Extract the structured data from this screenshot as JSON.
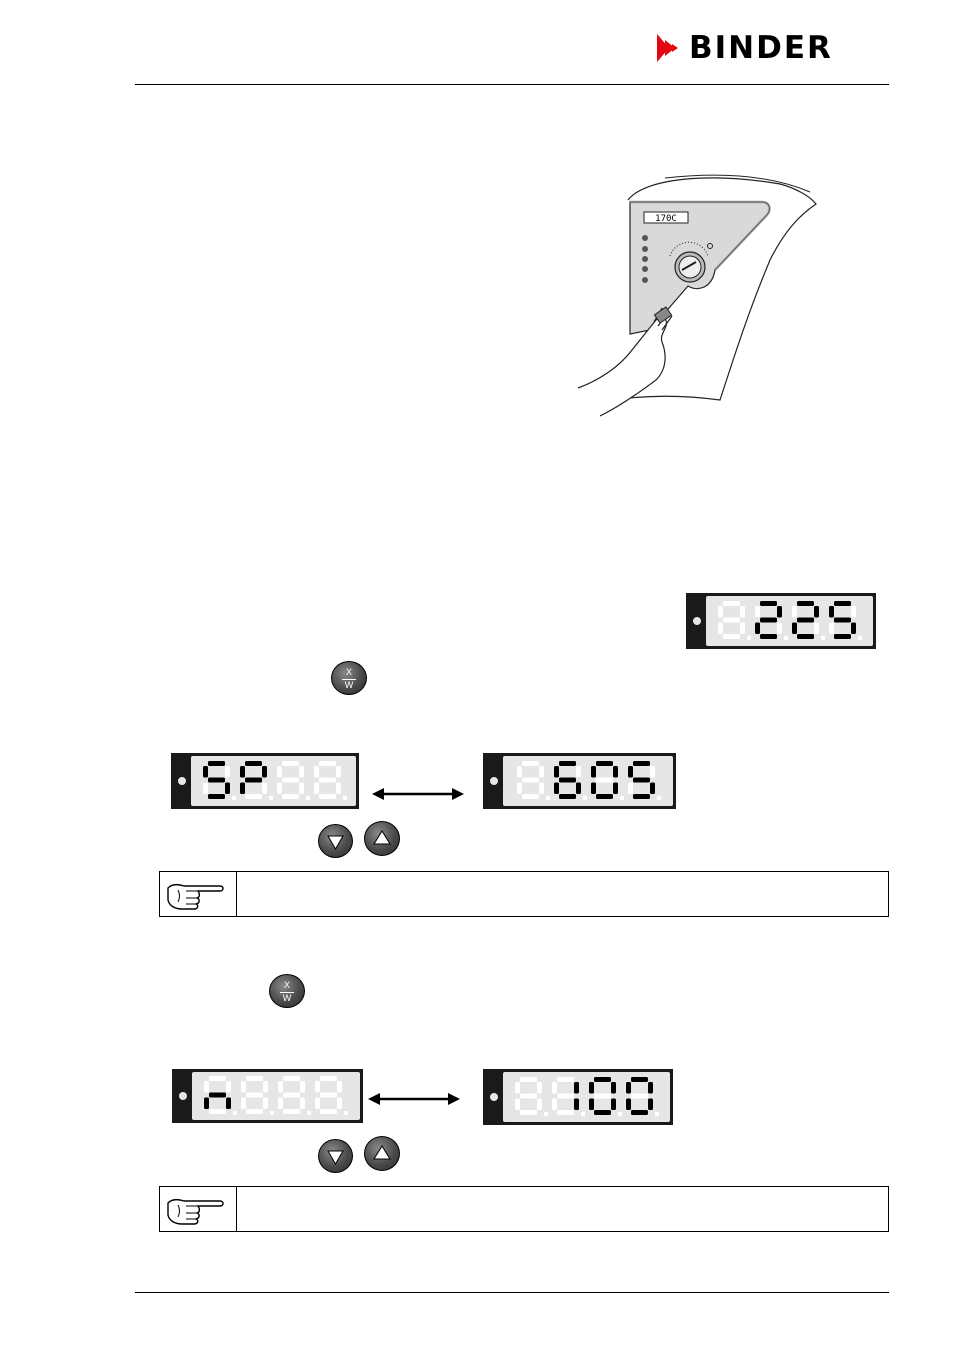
{
  "brand": {
    "name": "BINDER",
    "accent_color": "#e30613"
  },
  "controller_display_illustration": {
    "display_text": "170C"
  },
  "displays": {
    "actual_value": {
      "segments": [
        "8",
        "2",
        "2",
        "5"
      ],
      "active": [
        false,
        true,
        true,
        true
      ]
    },
    "setpoint_label": {
      "segments": [
        "S",
        "P",
        "8",
        "8"
      ],
      "active": [
        true,
        true,
        false,
        false
      ]
    },
    "setpoint_value": {
      "segments": [
        "8",
        "6",
        "0",
        "5"
      ],
      "active": [
        false,
        true,
        true,
        true
      ]
    },
    "second_label": {
      "segments": [
        "n",
        "8",
        "8",
        "8"
      ],
      "active": [
        true,
        false,
        false,
        false
      ]
    },
    "second_value": {
      "segments": [
        "8",
        "1",
        "0",
        "0"
      ],
      "active": [
        false,
        true,
        true,
        true
      ]
    }
  },
  "buttons": {
    "xw_top": "X",
    "xw_bottom": "W"
  },
  "icons": {
    "note": "pointing-hand-icon",
    "down": "down-arrow-icon",
    "up": "up-arrow-icon"
  }
}
